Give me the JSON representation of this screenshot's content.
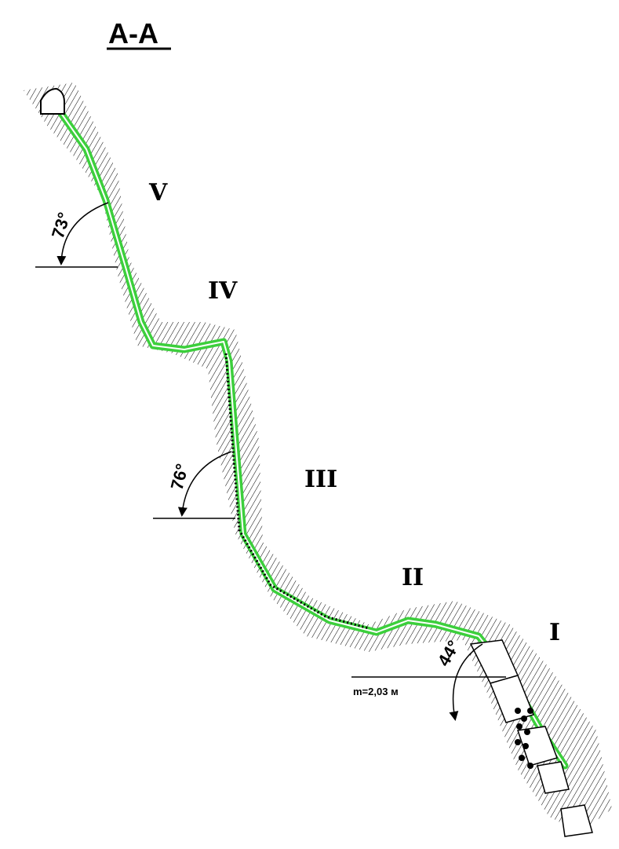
{
  "section": {
    "title": "A-A"
  },
  "zones": [
    "V",
    "IV",
    "III",
    "II",
    "I"
  ],
  "angles": [
    "73°",
    "76°",
    "44°"
  ],
  "thickness_label": "m=2,03 м",
  "colors": {
    "seam": "#3ccf3c",
    "seam_core": "#ffffff",
    "hatch": "#000000",
    "line": "#000000"
  }
}
